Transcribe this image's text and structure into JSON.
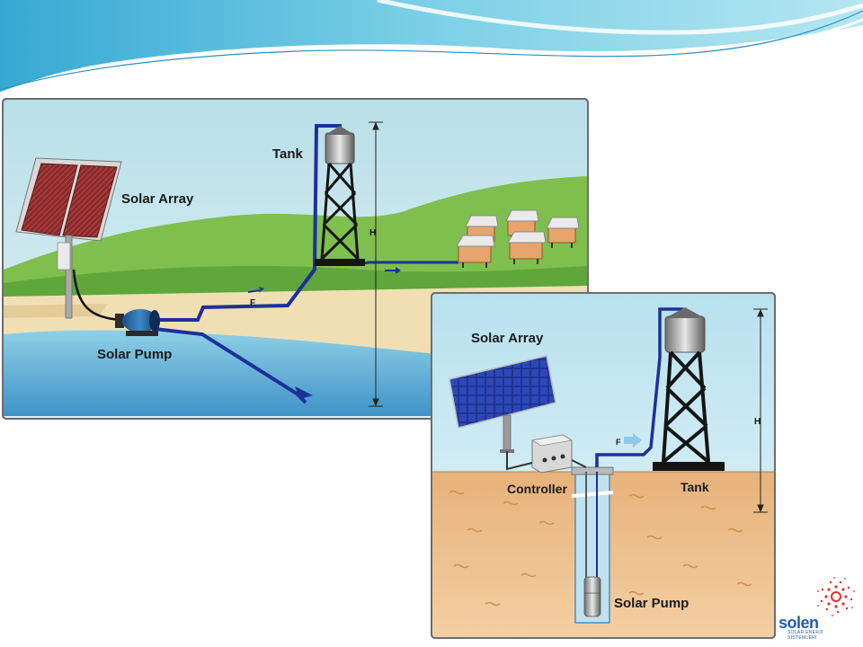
{
  "diagram1": {
    "solar_array_label": "Solar Array",
    "tank_label": "Tank",
    "solar_pump_label": "Solar Pump",
    "flow_label": "F",
    "height_label": "H"
  },
  "diagram2": {
    "solar_array_label": "Solar Array",
    "controller_label": "Controller",
    "tank_label": "Tank",
    "solar_pump_label": "Solar Pump",
    "flow_label": "F",
    "height_label": "H"
  },
  "logo": {
    "brand": "solen",
    "tagline_line1": "SOLAR ENERJİ",
    "tagline_line2": "SİSTEMLERİ"
  },
  "colors": {
    "pipe": "#1e2f9c",
    "header_blue": "#4bb8d8",
    "logo_red": "#e0312a",
    "logo_blue": "#1f5fa8"
  }
}
